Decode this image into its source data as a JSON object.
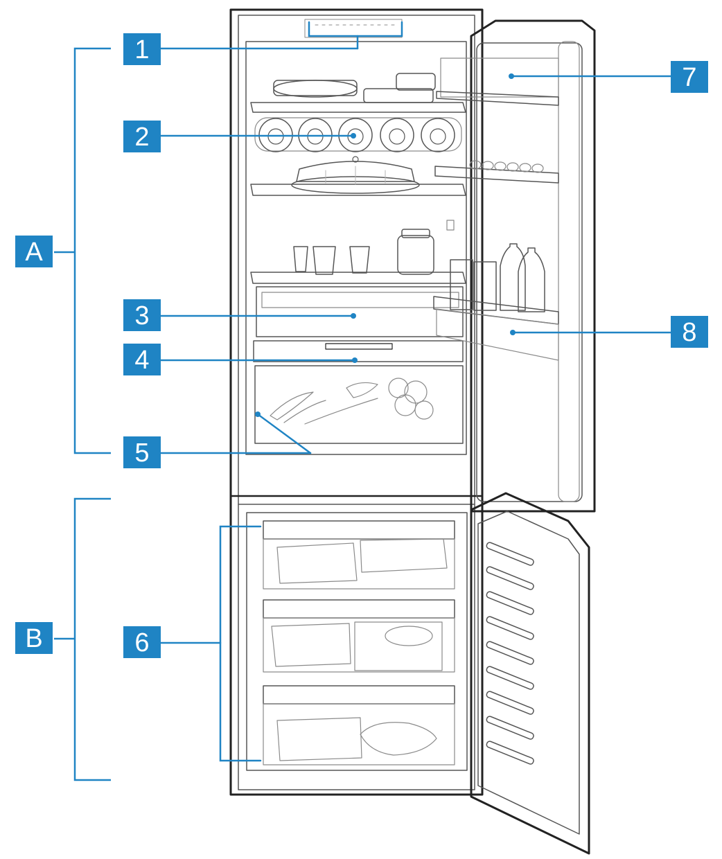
{
  "colors": {
    "badge": "#1f84c4",
    "leader": "#1f84c4",
    "outline": "#222222"
  },
  "zones": [
    {
      "id": "A",
      "label": "A"
    },
    {
      "id": "B",
      "label": "B"
    }
  ],
  "callouts": [
    {
      "number": "1",
      "label": "1"
    },
    {
      "number": "2",
      "label": "2"
    },
    {
      "number": "3",
      "label": "3"
    },
    {
      "number": "4",
      "label": "4"
    },
    {
      "number": "5",
      "label": "5"
    },
    {
      "number": "6",
      "label": "6"
    },
    {
      "number": "7",
      "label": "7"
    },
    {
      "number": "8",
      "label": "8"
    }
  ]
}
